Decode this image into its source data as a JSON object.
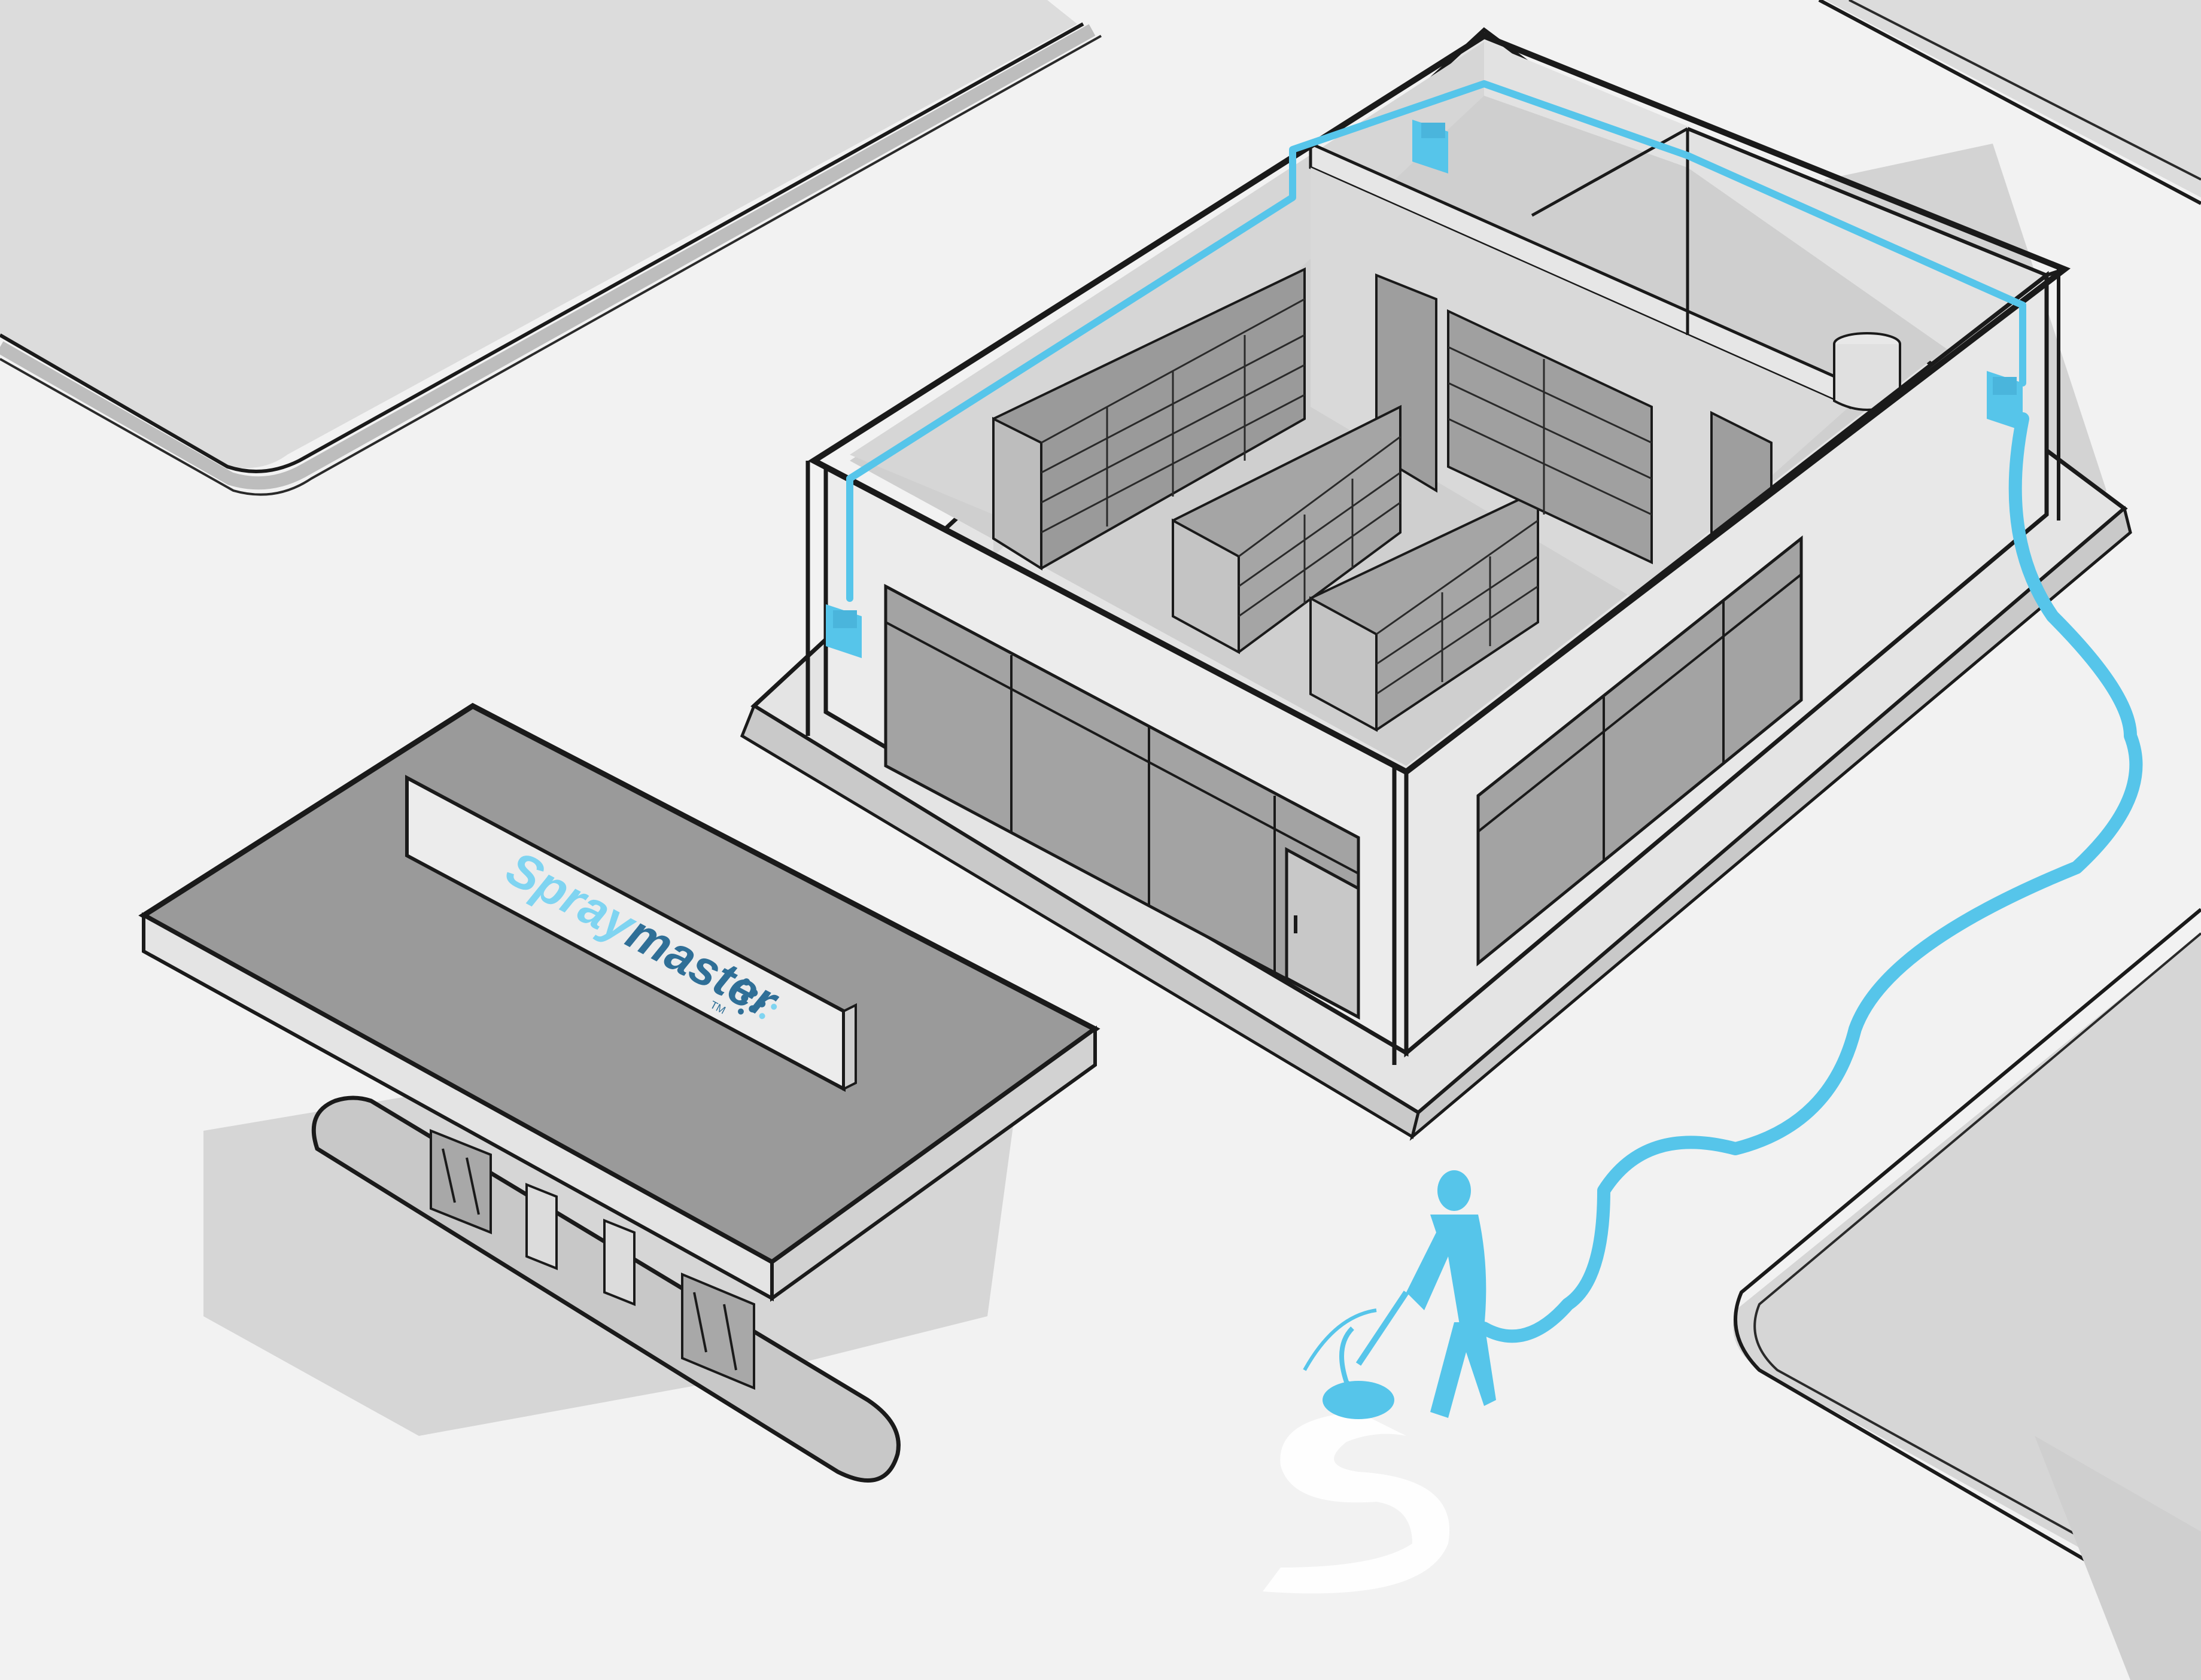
{
  "canopy_sign": {
    "brand_part1": "Spray",
    "brand_part2": "master",
    "trademark": "TM"
  },
  "colors": {
    "ground": "#f2f2f2",
    "lot_fill": "#e0e0e0",
    "shadow": "#d3d3d3",
    "wall": "#ececec",
    "wall_interior": "#d8d8d8",
    "floor": "#cfcfcf",
    "glass": "#9e9e9e",
    "canopy_top": "#9a9a9a",
    "outline": "#1a1a1a",
    "hose_blue": "#56c5ea",
    "brand_light_blue": "#7fd4f1",
    "brand_dark_blue": "#2f6f97"
  },
  "icons": [
    "ceiling-hose-reel-icon",
    "wall-hose-reel-icon",
    "water-tank-icon",
    "pressure-washer-operator-icon",
    "fuel-pump-icon",
    "wet-floor-trail-icon"
  ]
}
